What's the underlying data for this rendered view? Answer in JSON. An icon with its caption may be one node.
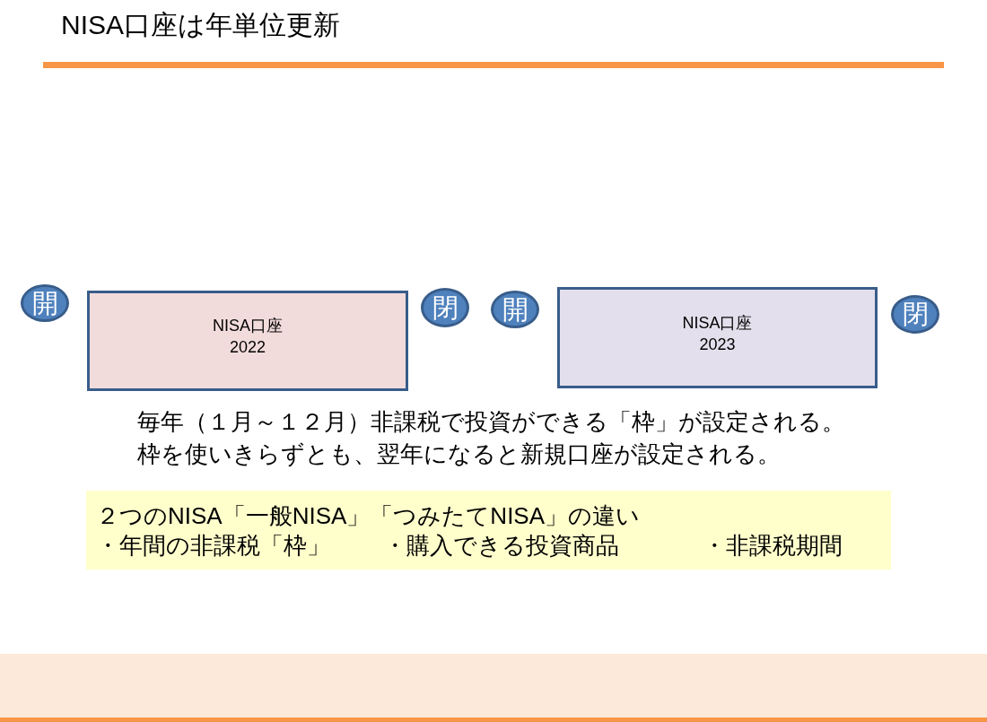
{
  "diagram": {
    "title": "NISA口座は年単位更新",
    "nodes": [
      {
        "text": [
          "開"
        ]
      },
      {
        "text": [
          "NISA口座",
          "2022"
        ]
      },
      {
        "text": [
          "閉"
        ]
      },
      {
        "text": [
          "開"
        ]
      },
      {
        "text": [
          "NISA口座",
          "2023"
        ]
      },
      {
        "text": [
          "閉"
        ]
      },
      {
        "text": [
          "２つのNISA「一般NISA」「つみたてNISA」の違い",
          "・年間の非課税「枠」",
          "・購入できる投資商品",
          "・非課税期間"
        ]
      }
    ],
    "edges": [],
    "labels": [
      "毎年（１月～１２月）非課税で投資ができる「枠」が設定される。",
      "枠を使いきらずとも、翌年になると新規口座が設定される。"
    ]
  }
}
